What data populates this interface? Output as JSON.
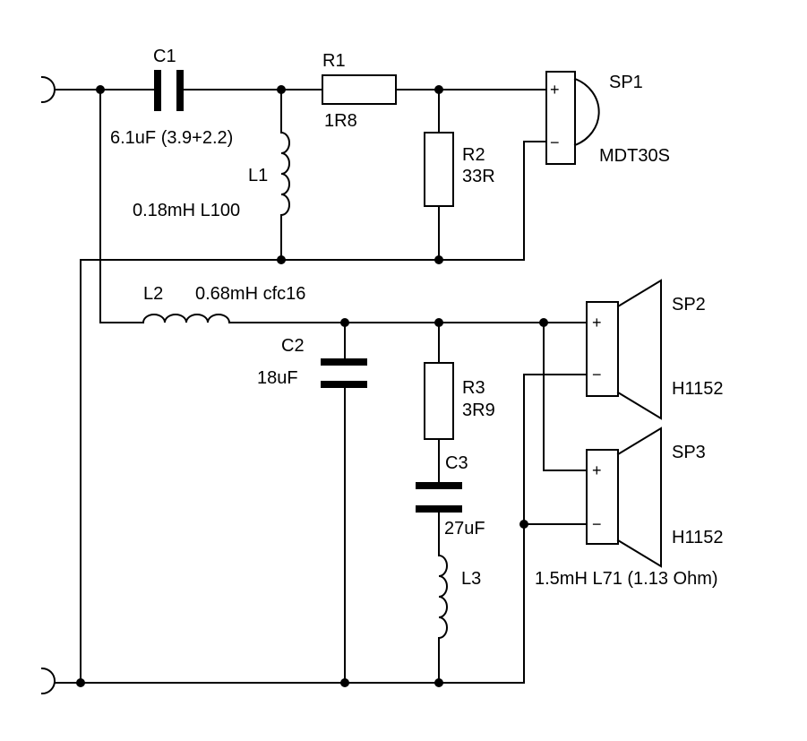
{
  "diagram": {
    "type": "loudspeaker crossover schematic",
    "colors": {
      "ink": "#000000",
      "background": "#ffffff"
    }
  },
  "components": {
    "C1": {
      "name": "C1",
      "value": "6.1uF (3.9+2.2)"
    },
    "L1": {
      "name": "L1",
      "value": "0.18mH L100"
    },
    "R1": {
      "name": "R1",
      "value": "1R8"
    },
    "R2": {
      "name": "R2",
      "value": "33R"
    },
    "SP1": {
      "name": "SP1",
      "model": "MDT30S",
      "plus": "+",
      "minus": "−"
    },
    "L2": {
      "name": "L2",
      "value": "0.68mH cfc16"
    },
    "C2": {
      "name": "C2",
      "value": "18uF"
    },
    "R3": {
      "name": "R3",
      "value": "3R9"
    },
    "C3": {
      "name": "C3",
      "value": "27uF"
    },
    "L3": {
      "name": "L3",
      "value": "1.5mH L71 (1.13 Ohm)"
    },
    "SP2": {
      "name": "SP2",
      "model": "H1152",
      "plus": "+",
      "minus": "−"
    },
    "SP3": {
      "name": "SP3",
      "model": "H1152",
      "plus": "+",
      "minus": "−"
    }
  }
}
